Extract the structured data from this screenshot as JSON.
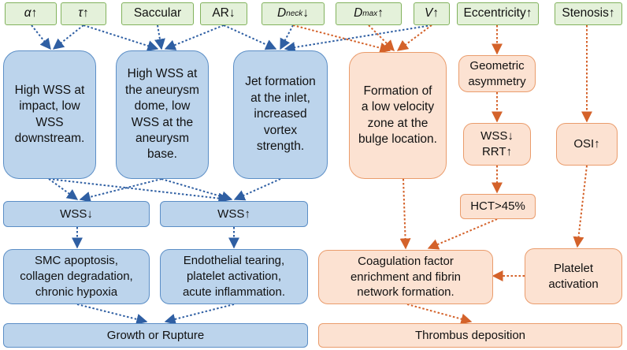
{
  "params": {
    "alpha": "α↑",
    "tau": "τ↑",
    "saccular": "Saccular",
    "ar": "AR↓",
    "dneck": {
      "sym": "D",
      "sub": "neck",
      "arrow": "↓"
    },
    "dmax": {
      "sym": "D",
      "sub": "max",
      "arrow": "↑"
    },
    "v": "V↑",
    "eccentricity": "Eccentricity↑",
    "stenosis": "Stenosis↑"
  },
  "mechanisms": {
    "wss_impact": "High WSS at\nimpact, low\nWSS\ndownstream.",
    "wss_dome": "High WSS at\nthe aneurysm\ndome, low\nWSS at the\naneurysm\nbase.",
    "jet": "Jet formation\nat the inlet,\nincreased\nvortex\nstrength.",
    "low_velocity": "Formation of\na low velocity\nzone at the\nbulge location.",
    "geometric": "Geometric\nasymmetry",
    "wss_rrt": "WSS↓\nRRT↑",
    "osi": "OSI↑",
    "hct": "HCT>45%"
  },
  "effects": {
    "wss_down": "WSS↓",
    "wss_up": "WSS↑",
    "smc": "SMC apoptosis,\ncollagen degradation,\nchronic hypoxia",
    "endothelial": "Endothelial tearing,\nplatelet activation,\nacute inflammation.",
    "coagulation": "Coagulation factor\nenrichment and fibrin\nnetwork formation.",
    "platelet": "Platelet\nactivation"
  },
  "outcomes": {
    "growth": "Growth or Rupture",
    "thrombus": "Thrombus deposition"
  },
  "colors": {
    "param_fill": "#e4f1da",
    "param_border": "#82b25d",
    "blue_fill": "#bcd4ec",
    "blue_border": "#5b8ec6",
    "blue_arrow": "#2f5fa3",
    "orange_fill": "#fce2d2",
    "orange_border": "#ea9c6c",
    "orange_arrow": "#d4622a"
  }
}
